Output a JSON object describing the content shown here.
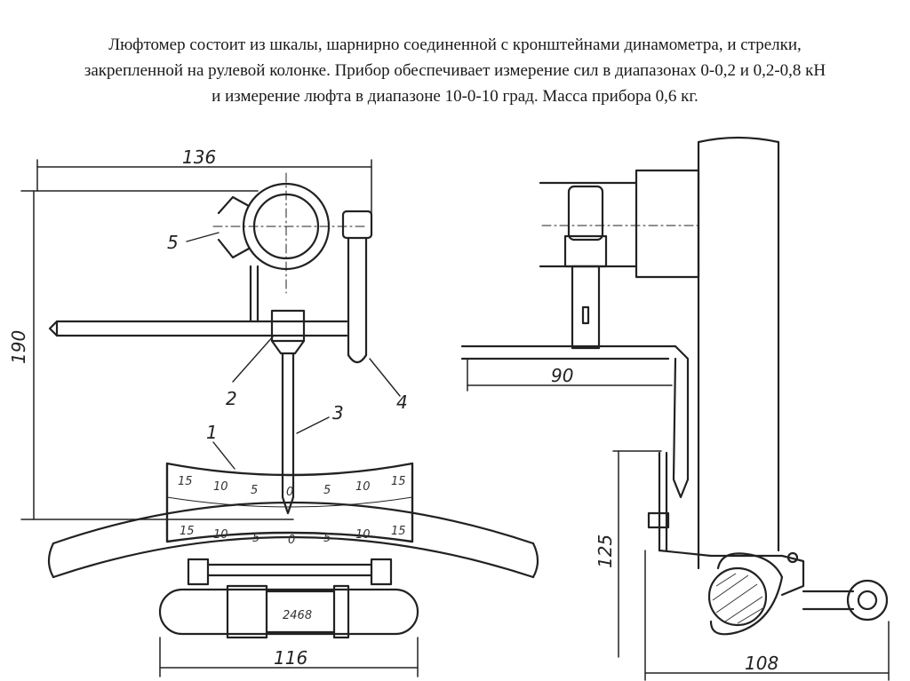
{
  "caption": {
    "line1": "Люфтомер состоит из шкалы, шарнирно соединенной с кронштейнами динамометра, и стрелки,",
    "line2": "закрепленной на рулевой колонке. Прибор обеспечивает измерение сил в диапазонах 0-0,2 и 0,2-0,8 кН",
    "line3": "и измерение люфта в диапазоне 10-0-10 град. Масса прибора 0,6 кг."
  },
  "left_view": {
    "dim_top": "136",
    "dim_left": "190",
    "dim_bottom": "116",
    "dynamometer_label": "2468",
    "callouts": [
      "1",
      "2",
      "3",
      "4",
      "5"
    ],
    "scale_top": [
      "15",
      "10",
      "5",
      "0",
      "5",
      "10",
      "15"
    ],
    "scale_bottom": [
      "15",
      "10",
      "5",
      "0",
      "5",
      "10",
      "15"
    ]
  },
  "right_view": {
    "dim_arm": "90",
    "dim_height": "125",
    "dim_bottom": "108"
  }
}
